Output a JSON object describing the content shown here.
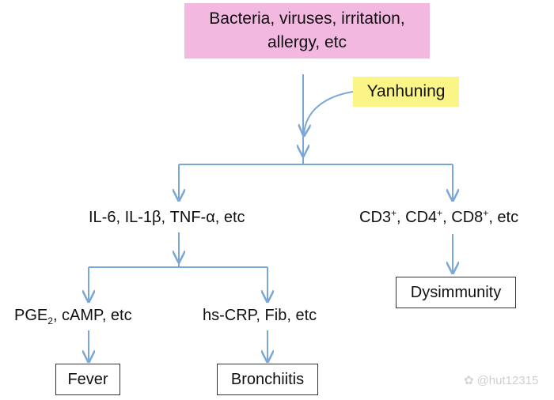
{
  "nodes": {
    "source": {
      "line1": "Bacteria, viruses, irritation,",
      "line2": "allergy, etc"
    },
    "drug": {
      "label": "Yanhuning"
    },
    "cytokines": {
      "a": "IL-6, IL-1β, TNF-α, etc"
    },
    "lymphocytes": {
      "p1": "CD3",
      "s1": "+",
      "p2": ", CD4",
      "s2": "+",
      "p3": ", CD8",
      "s3": "+",
      "p4": ", etc"
    },
    "pge": {
      "p1": "PGE",
      "sub": "2",
      "p2": ", cAMP, etc"
    },
    "crp": {
      "label": "hs-CRP, Fib, etc"
    },
    "fever": {
      "label": "Fever"
    },
    "bronchitis": {
      "label": "Bronchiitis"
    },
    "dysimmunity": {
      "label": "Dysimmunity"
    }
  },
  "watermark": {
    "text": "@hut12315",
    "icon": "flower-icon"
  },
  "colors": {
    "arrow": "#7ba7d8",
    "source_fill": "#f2b8e0",
    "drug_fill": "#fbf487",
    "outcome_border": "#333333"
  }
}
